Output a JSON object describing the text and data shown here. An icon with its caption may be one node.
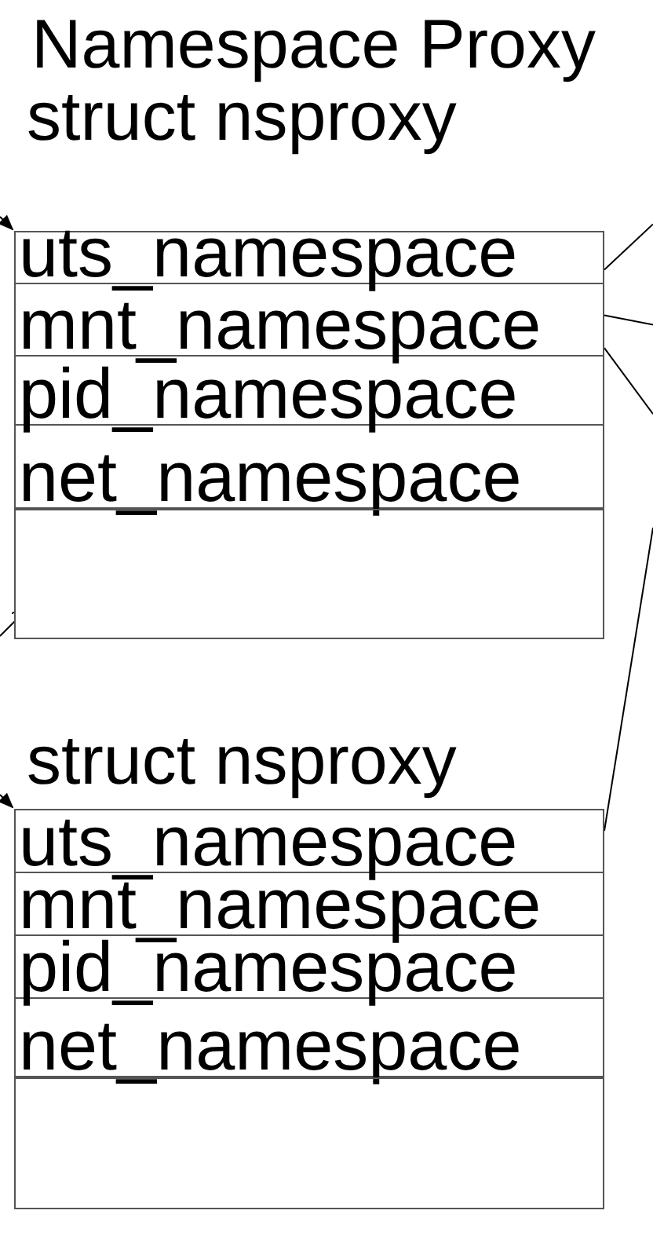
{
  "diagram": {
    "title": "Namespace Proxy",
    "nodes": [
      {
        "text": [
          "struct nsproxy"
        ]
      },
      {
        "text": [
          "uts_namespace"
        ],
        "in": 0
      },
      {
        "text": [
          "mnt_namespace"
        ],
        "in": 0
      },
      {
        "text": [
          "pid_namespace"
        ],
        "in": 0
      },
      {
        "text": [
          "net_namespace"
        ],
        "in": 0
      },
      {
        "text": [],
        "shape": "box",
        "in": 0
      },
      {
        "text": [
          "struct nsproxy"
        ]
      },
      {
        "text": [
          "uts_namespace"
        ],
        "in": 6
      },
      {
        "text": [
          "mnt_namespace"
        ],
        "in": 6
      },
      {
        "text": [
          "pid_namespace"
        ],
        "in": 6
      },
      {
        "text": [
          "net_namespace"
        ],
        "in": 6
      },
      {
        "text": [],
        "shape": "box",
        "in": 6
      }
    ],
    "edges": [
      {
        "from": null,
        "to": 0,
        "arrow": "to"
      },
      {
        "from": null,
        "to": 5,
        "arrow": "to"
      },
      {
        "from": 1,
        "to": null,
        "arrow": "none"
      },
      {
        "from": 2,
        "to": null,
        "arrow": "none"
      },
      {
        "from": 3,
        "to": null,
        "arrow": "none"
      },
      {
        "from": null,
        "to": 6,
        "arrow": "to"
      },
      {
        "from": 7,
        "to": null,
        "arrow": "none"
      }
    ]
  }
}
